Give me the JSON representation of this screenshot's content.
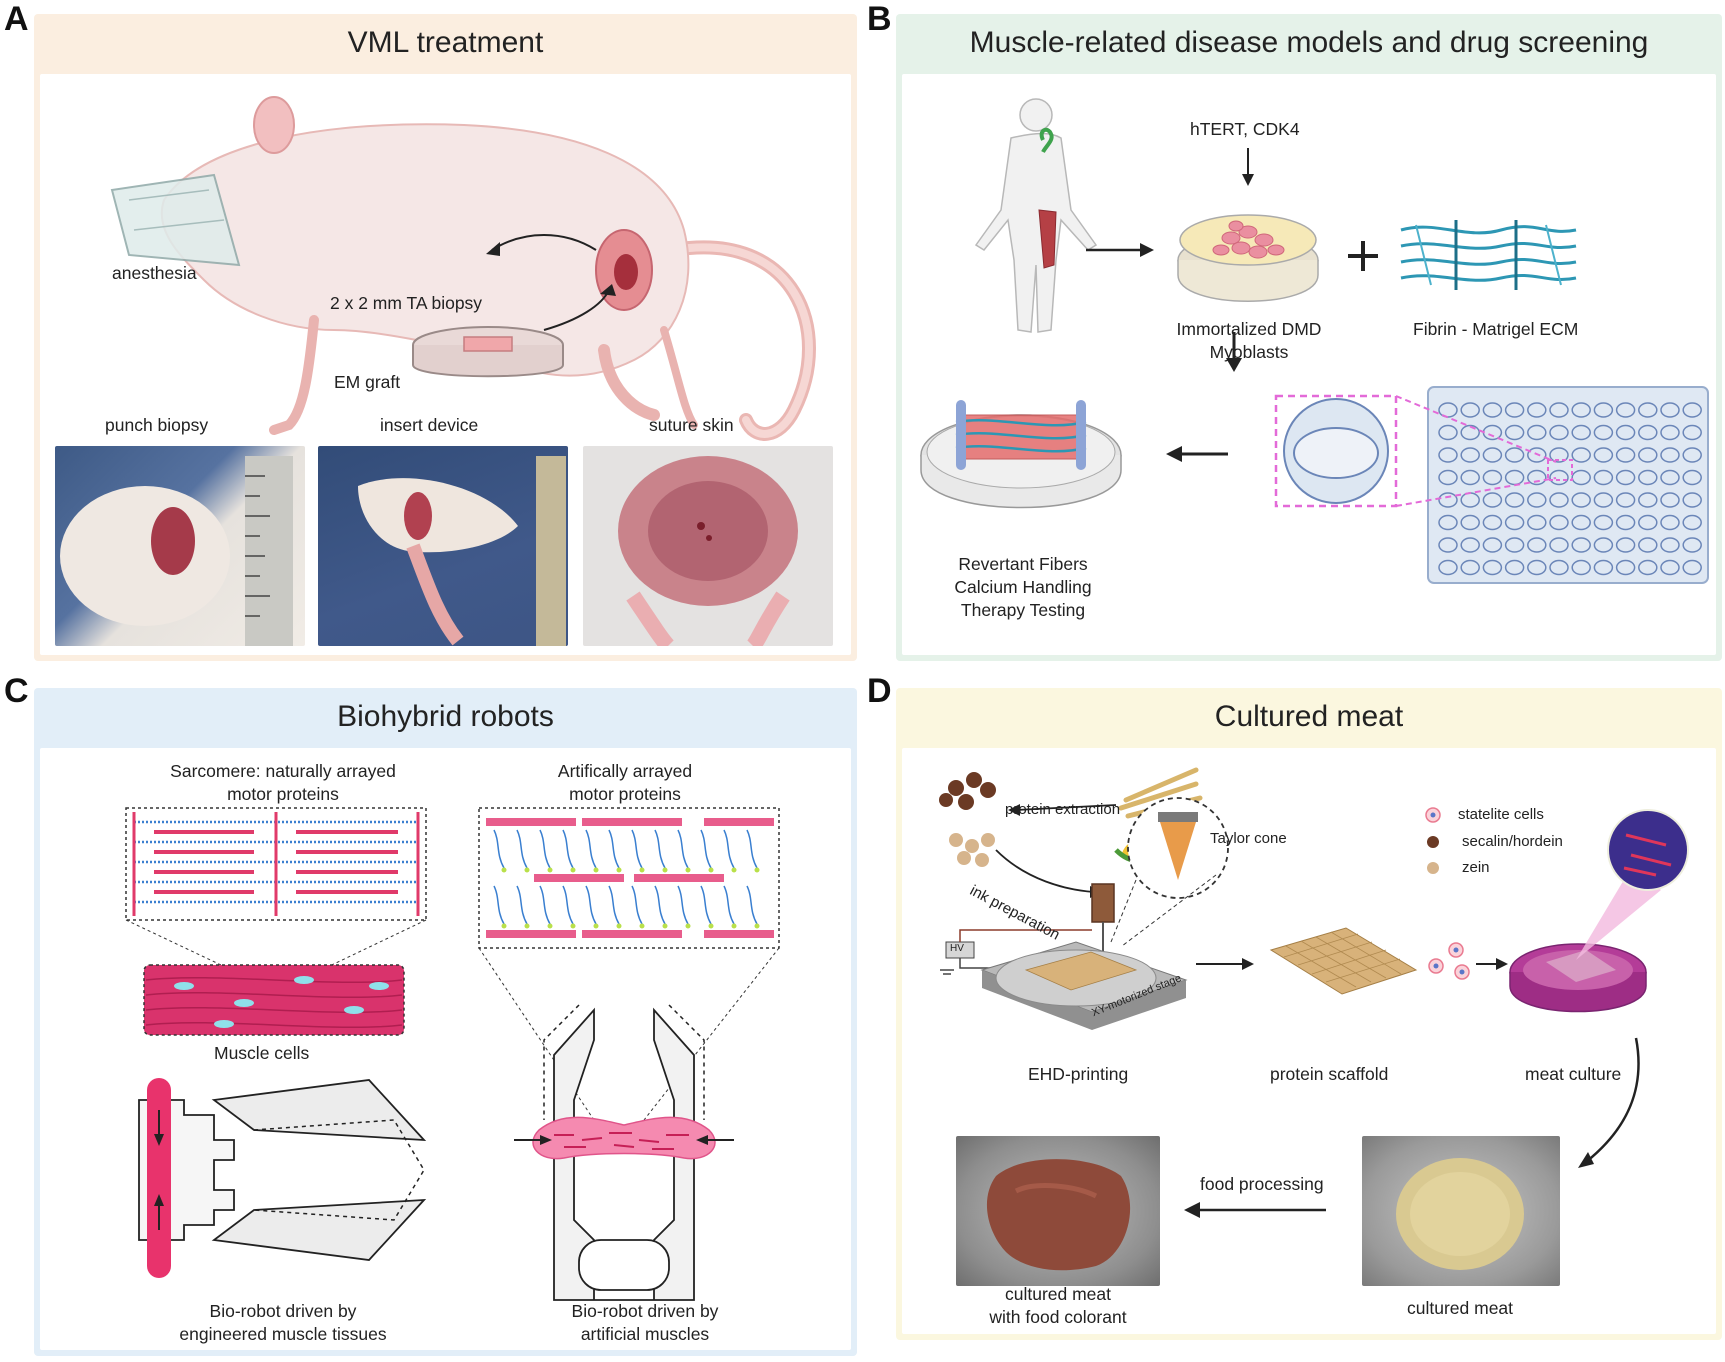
{
  "panels": {
    "a": {
      "letter": "A",
      "title": "VML treatment",
      "labels": {
        "anesthesia": "anesthesia",
        "biopsy": "2 x 2 mm TA biopsy",
        "graft": "EM graft",
        "punch": "punch biopsy",
        "insert": "insert device",
        "suture": "suture skin"
      }
    },
    "b": {
      "letter": "B",
      "title": "Muscle-related disease models and drug screening",
      "labels": {
        "genes": "hTERT, CDK4",
        "myoblasts_1": "Immortalized DMD",
        "myoblasts_2": "Myoblasts",
        "ecm": "Fibrin - Matrigel ECM",
        "outcome_1": "Revertant Fibers",
        "outcome_2": "Calcium Handling",
        "outcome_3": "Therapy Testing"
      }
    },
    "c": {
      "letter": "C",
      "title": "Biohybrid robots",
      "labels": {
        "sarcomere_1": "Sarcomere: naturally arrayed",
        "sarcomere_2": "motor proteins",
        "artificial_1": "Artifically arrayed",
        "artificial_2": "motor proteins",
        "muscle_cells": "Muscle cells",
        "robot_eng_1": "Bio-robot driven by",
        "robot_eng_2": "engineered muscle tissues",
        "robot_art_1": "Bio-robot driven by",
        "robot_art_2": "artificial muscles"
      }
    },
    "d": {
      "letter": "D",
      "title": "Cultured meat",
      "labels": {
        "protein_extraction": "protein extraction",
        "ink_preparation": "ink preparation",
        "taylor_cone": "Taylor cone",
        "hv": "HV",
        "stage": "XY-motorized stage",
        "legend_1": "statelite cells",
        "legend_2": "secalin/hordein",
        "legend_3": "zein",
        "ehd": "EHD-printing",
        "scaffold": "protein scaffold",
        "culture": "meat culture",
        "food_processing": "food processing",
        "colored_1": "cultured meat",
        "colored_2": "with food colorant",
        "cultured": "cultured meat"
      }
    }
  },
  "colors": {
    "a_frame": "#fbeee0",
    "b_frame": "#e5f2e9",
    "c_frame": "#e2eef8",
    "d_frame": "#fbf7df",
    "muscle": "#e03a6a",
    "protein_blue": "#3a7fd0",
    "pink_dash": "#e36ad8",
    "rat": "#f3cfcc"
  }
}
